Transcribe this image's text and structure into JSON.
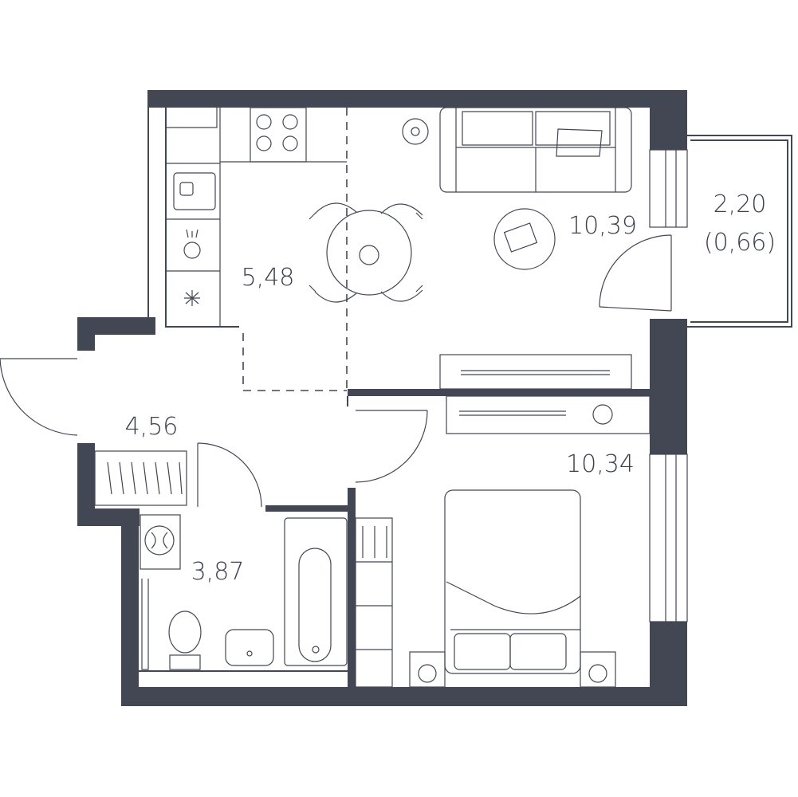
{
  "plan": {
    "rooms": [
      {
        "id": "kitchen",
        "area": "5,48"
      },
      {
        "id": "living",
        "area": "10,39"
      },
      {
        "id": "balcony",
        "area": "2,20",
        "area_reduced": "(0,66)"
      },
      {
        "id": "hall",
        "area": "4,56"
      },
      {
        "id": "bedroom",
        "area": "10,34"
      },
      {
        "id": "bathroom",
        "area": "3,87"
      }
    ],
    "colors": {
      "wall": "#434754",
      "line": "#434754",
      "background": "#ffffff",
      "text": "#3d414d"
    }
  }
}
